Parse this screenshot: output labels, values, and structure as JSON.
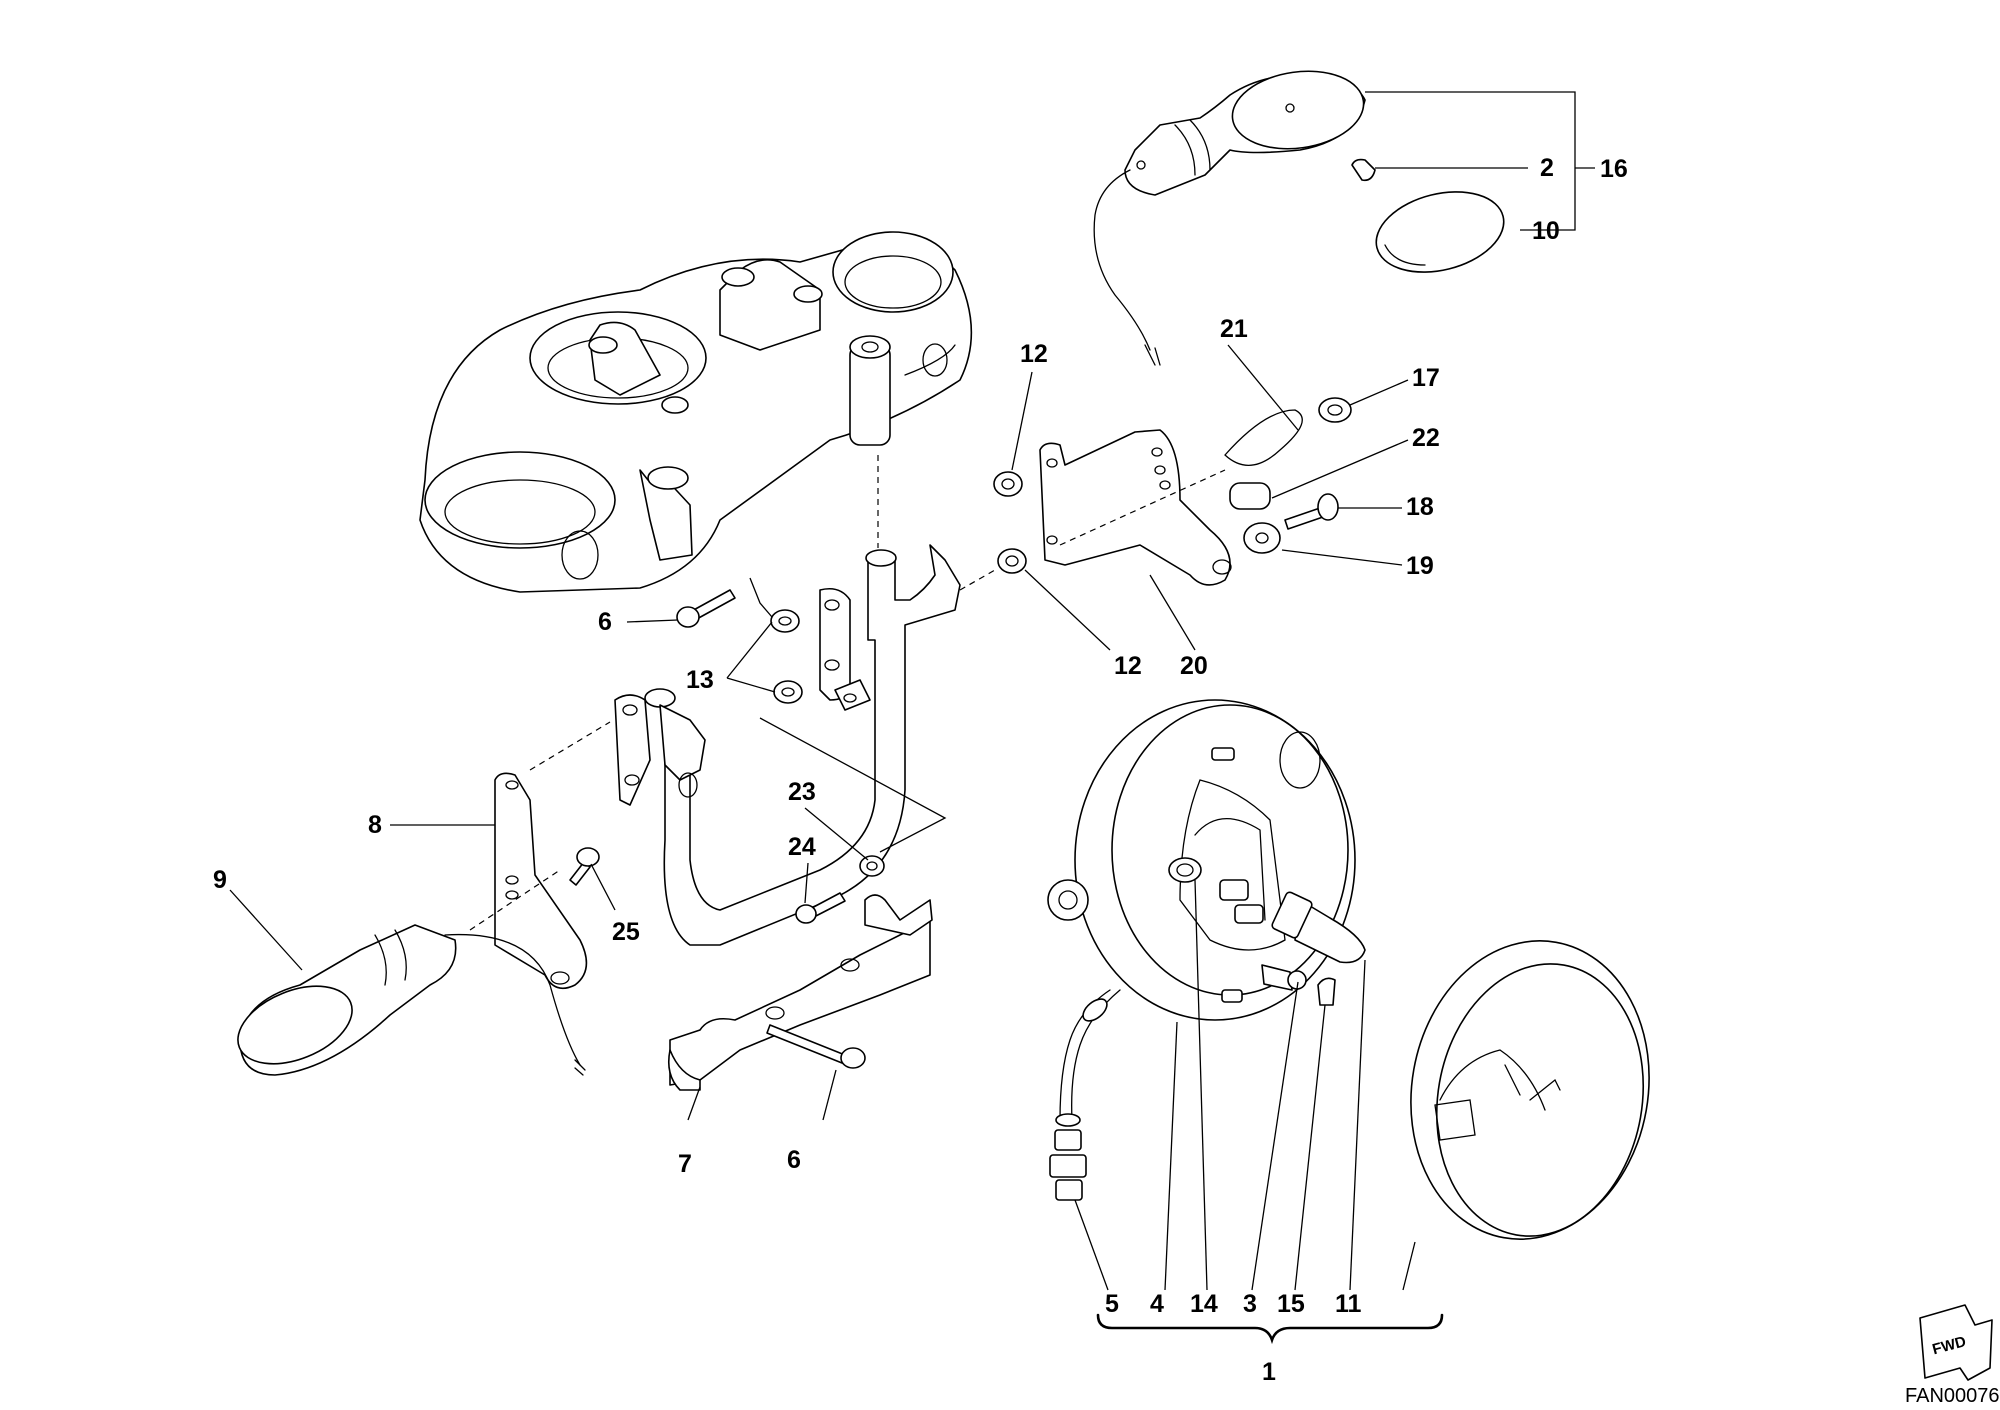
{
  "callouts": {
    "c1": "1",
    "c2": "2",
    "c3": "3",
    "c4": "4",
    "c5": "5",
    "c6a": "6",
    "c6b": "6",
    "c7": "7",
    "c8": "8",
    "c9": "9",
    "c10": "10",
    "c11": "11",
    "c12a": "12",
    "c12b": "12",
    "c13": "13",
    "c14": "14",
    "c15": "15",
    "c16": "16",
    "c17": "17",
    "c18": "18",
    "c19": "19",
    "c20": "20",
    "c21": "21",
    "c22": "22",
    "c23": "23",
    "c24": "24",
    "c25": "25"
  },
  "direction_badge": "FWD",
  "drawing_code": "FAN00076"
}
